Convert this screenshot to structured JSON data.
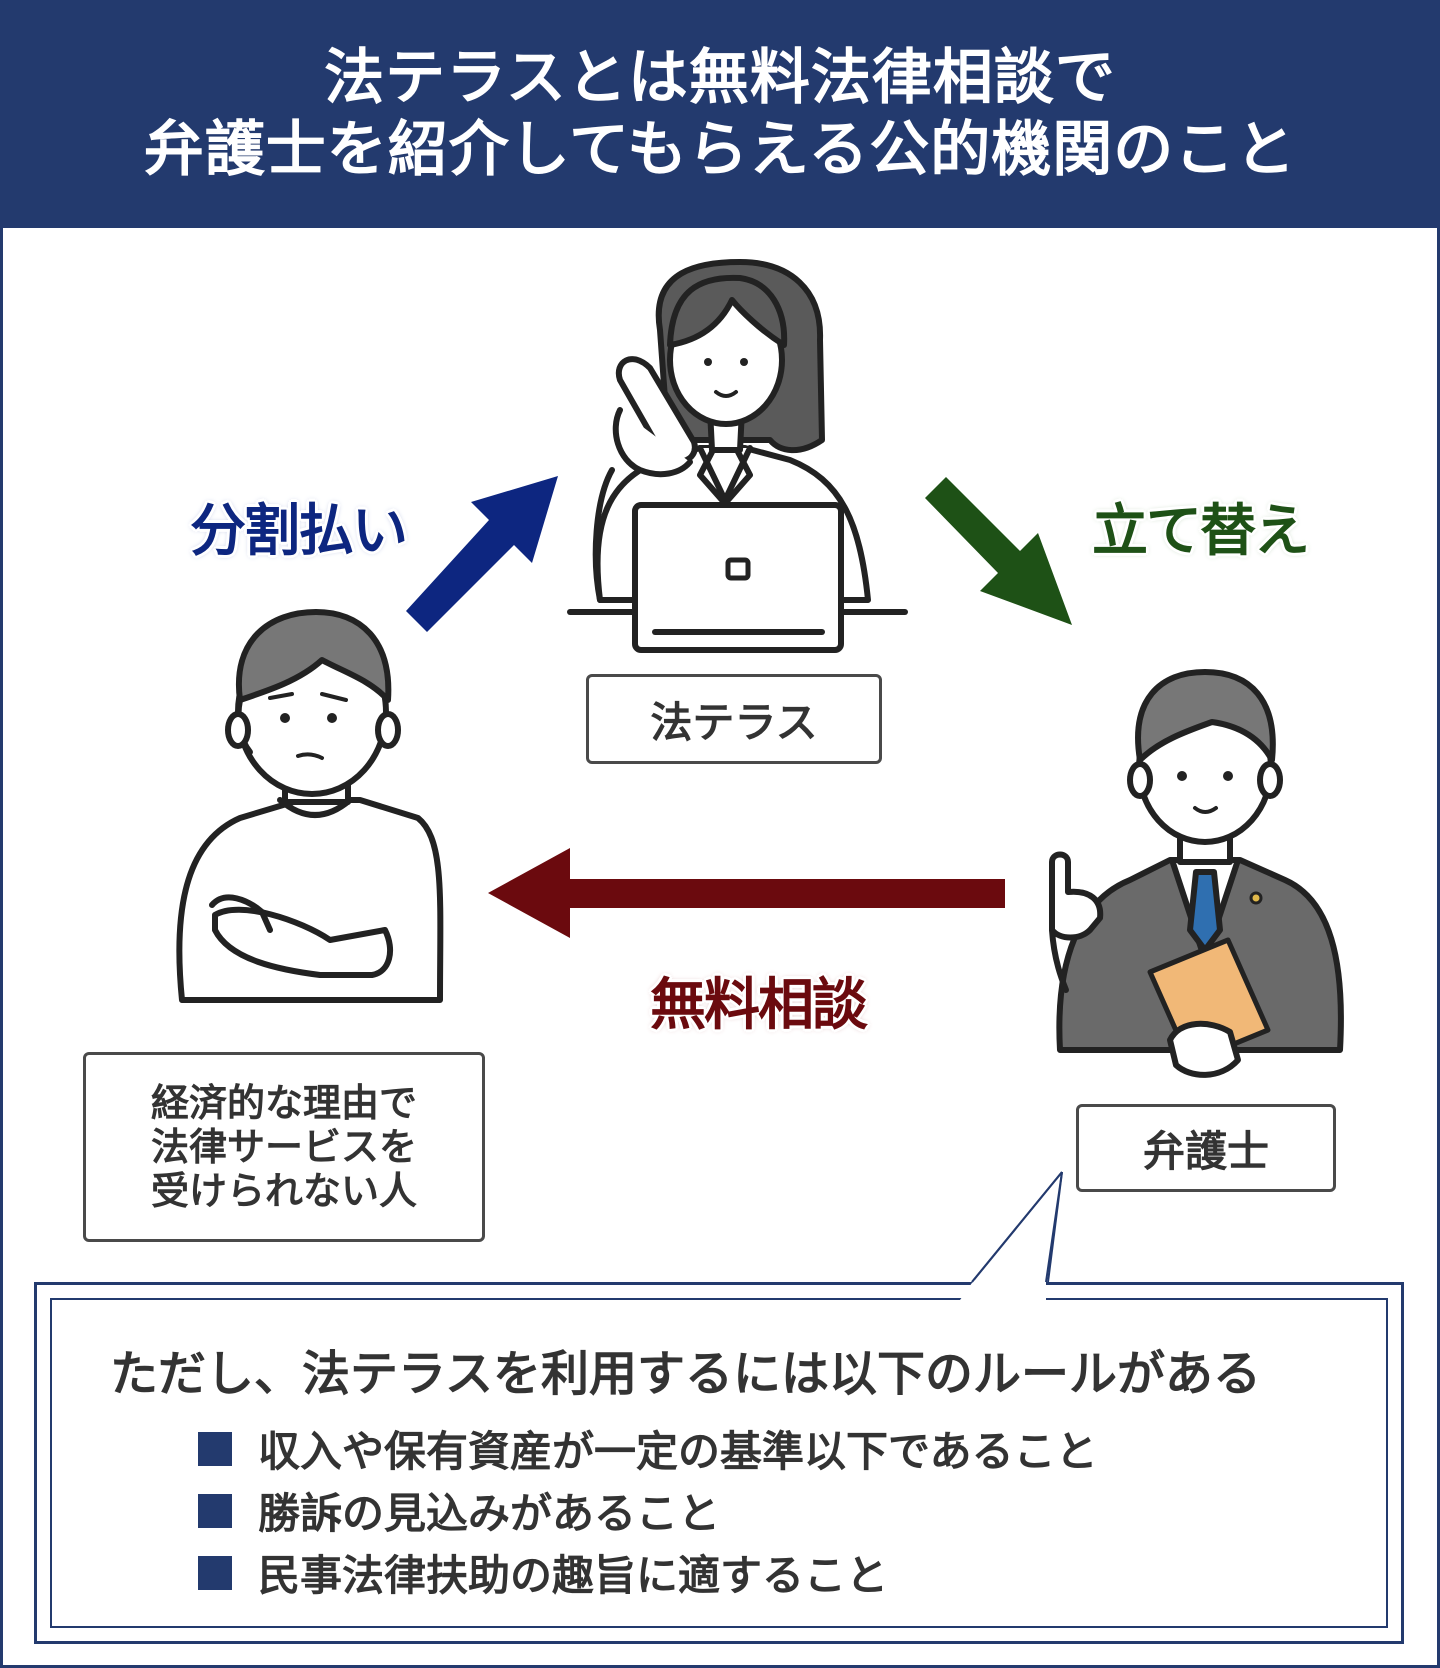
{
  "header": {
    "line1": "法テラスとは無料法律相談で",
    "line2": "弁護士を紹介してもらえる公的機関のこと"
  },
  "nodes": {
    "houterasu": "法テラス",
    "person": [
      "経済的な理由で",
      "法律サービスを",
      "受けられない人"
    ],
    "lawyer": "弁護士"
  },
  "arrows": {
    "installment": "分割払い",
    "advance": "立て替え",
    "free_consult": "無料相談"
  },
  "rules": {
    "title": "ただし、法テラスを利用するには以下のルールがある",
    "items": [
      "収入や保有資産が一定の基準以下であること",
      "勝訴の見込みがあること",
      "民事法律扶助の趣旨に適すること"
    ]
  },
  "colors": {
    "navy": "#233a6e",
    "arrow_blue": "#0d2680",
    "arrow_green": "#1e5116",
    "arrow_red": "#6b0a0e"
  }
}
